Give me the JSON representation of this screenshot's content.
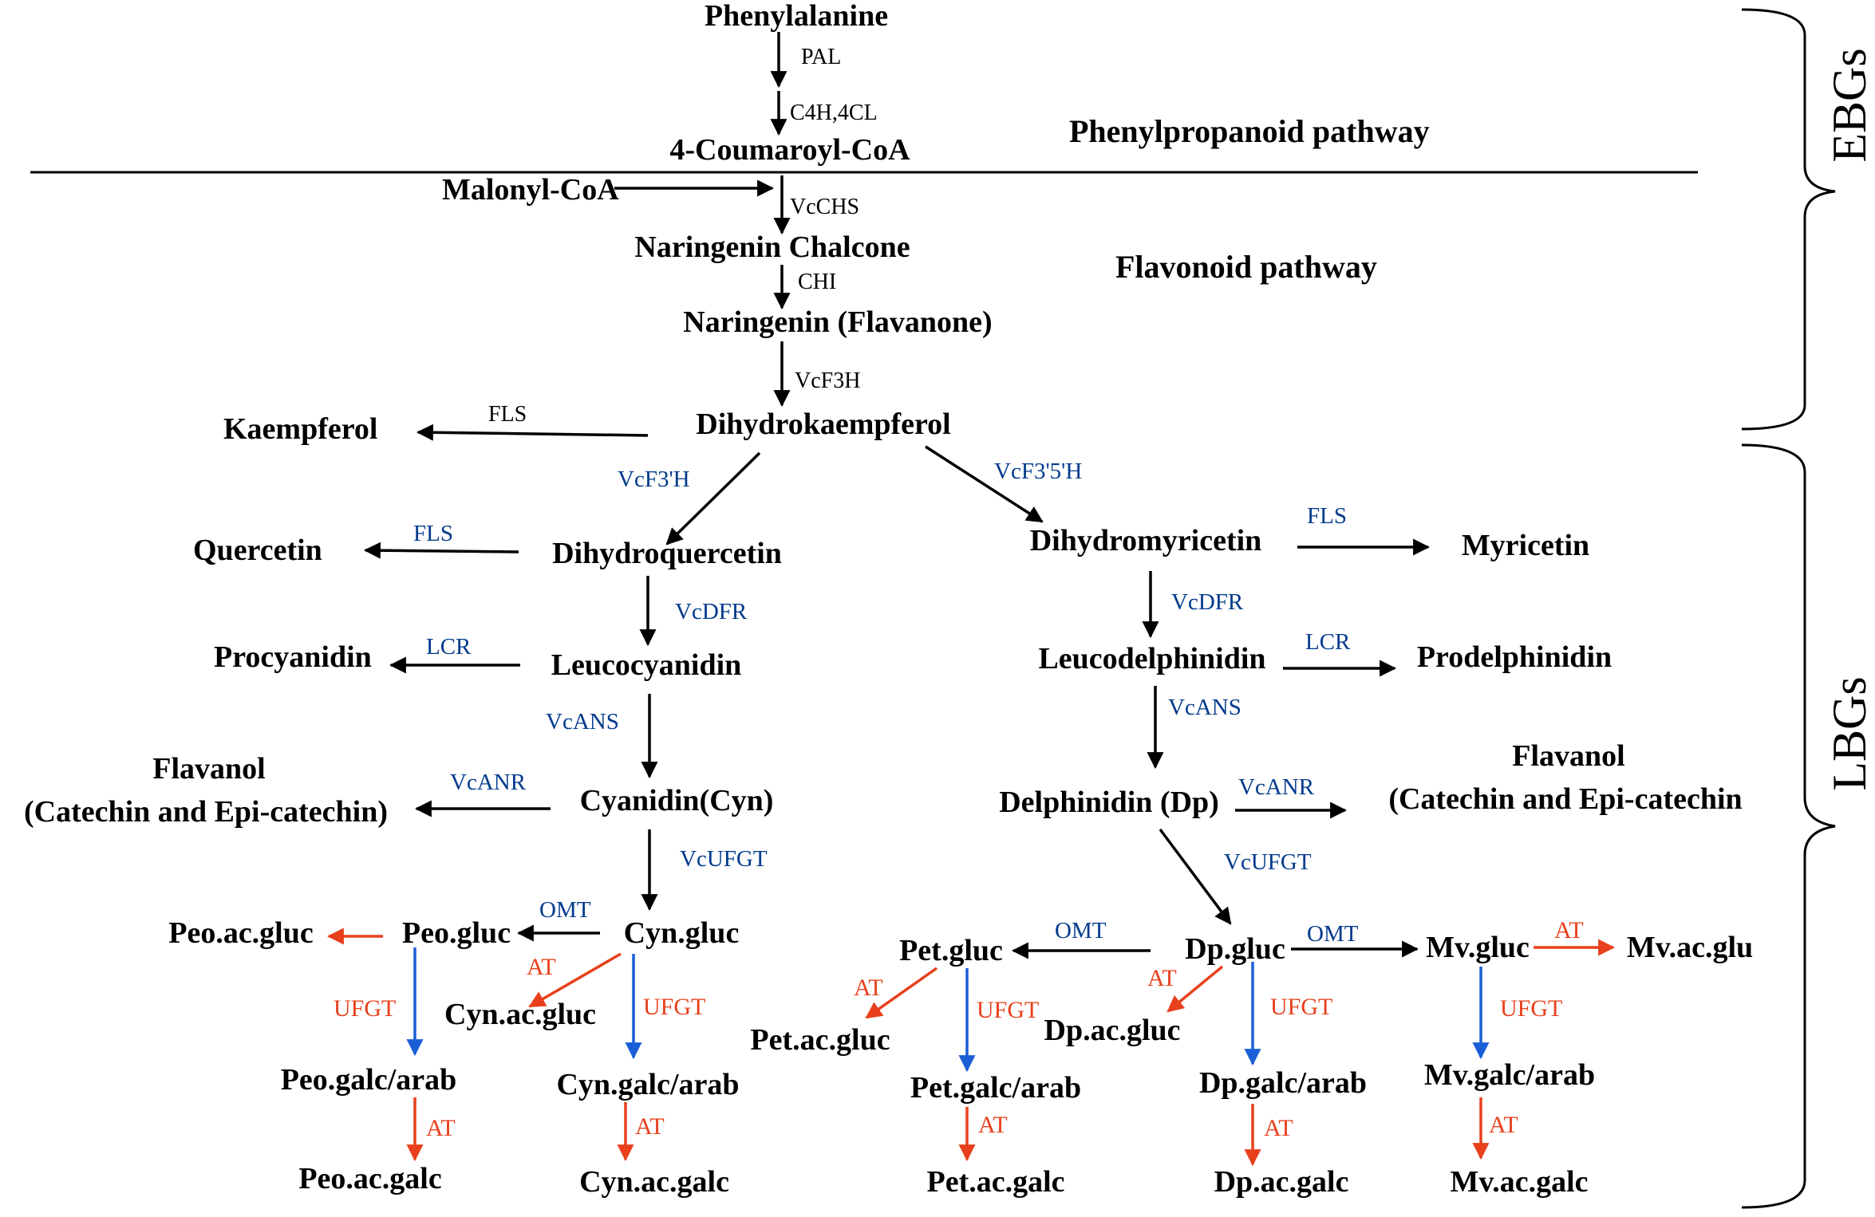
{
  "colors": {
    "black": "#000000",
    "blue_label": "#003a8c",
    "blue_arrow": "#1a5fd6",
    "red": "#e8401c"
  },
  "pathways": {
    "phenylpropanoid": "Phenylpropanoid pathway",
    "flavonoid": "Flavonoid pathway"
  },
  "stages": {
    "early": "EBGs",
    "late": "LBGs"
  },
  "compounds": {
    "phenylalanine": "Phenylalanine",
    "coumaroyl_coa": "4-Coumaroyl-CoA",
    "malonyl_coa": "Malonyl-CoA",
    "naringenin_chalcone": "Naringenin Chalcone",
    "naringenin": "Naringenin (Flavanone)",
    "dihydrokaempferol": "Dihydrokaempferol",
    "kaempferol": "Kaempferol",
    "dihydroquercetin": "Dihydroquercetin",
    "quercetin": "Quercetin",
    "leucocyanidin": "Leucocyanidin",
    "procyanidin": "Procyanidin",
    "cyanidin": "Cyanidin(Cyn)",
    "flavanol_left_1": "Flavanol",
    "flavanol_left_2": "(Catechin and Epi-catechin)",
    "dihydromyricetin": "Dihydromyricetin",
    "myricetin": "Myricetin",
    "leucodelphinidin": "Leucodelphinidin",
    "prodelphinidin": "Prodelphinidin",
    "delphinidin": "Delphinidin (Dp)",
    "flavanol_right_1": "Flavanol",
    "flavanol_right_2": "(Catechin and Epi-catechin",
    "peo_ac_gluc": "Peo.ac.gluc",
    "peo_gluc": "Peo.gluc",
    "cyn_gluc": "Cyn.gluc",
    "cyn_ac_gluc": "Cyn.ac.gluc",
    "peo_galc_arab": "Peo.galc/arab",
    "cyn_galc_arab": "Cyn.galc/arab",
    "peo_ac_galc": "Peo.ac.galc",
    "cyn_ac_galc": "Cyn.ac.galc",
    "pet_gluc": "Pet.gluc",
    "dp_gluc": "Dp.gluc",
    "mv_gluc": "Mv.gluc",
    "mv_ac_glu": "Mv.ac.glu",
    "pet_ac_gluc": "Pet.ac.gluc",
    "dp_ac_gluc": "Dp.ac.gluc",
    "pet_galc_arab": "Pet.galc/arab",
    "dp_galc_arab": "Dp.galc/arab",
    "mv_galc_arab": "Mv.galc/arab",
    "pet_ac_galc": "Pet.ac.galc",
    "dp_ac_galc": "Dp.ac.galc",
    "mv_ac_galc": "Mv.ac.galc"
  },
  "enzymes": {
    "pal": "PAL",
    "c4h_4cl": "C4H,4CL",
    "vcchs": "VcCHS",
    "chi": "CHI",
    "vcf3h": "VcF3H",
    "fls_kaempferol": "FLS",
    "vcf3h_prime": "VcF3'H",
    "vcf35h": "VcF3'5'H",
    "fls_quercetin": "FLS",
    "fls_myricetin": "FLS",
    "vcdfr_left": "VcDFR",
    "vcdfr_right": "VcDFR",
    "lcr_left": "LCR",
    "lcr_right": "LCR",
    "vcans_left": "VcANS",
    "vcans_right": "VcANS",
    "vcanr_left": "VcANR",
    "vcanr_right": "VcANR",
    "vcufgt_left": "VcUFGT",
    "vcufgt_right": "VcUFGT",
    "omt_left": "OMT",
    "omt_pet": "OMT",
    "omt_mv": "OMT",
    "at_cyn_gluc": "AT",
    "at_pet_gluc": "AT",
    "at_dp_gluc": "AT",
    "at_mv_gluc": "AT",
    "ufgt_peo": "UFGT",
    "ufgt_cyn": "UFGT",
    "ufgt_pet": "UFGT",
    "ufgt_dp": "UFGT",
    "ufgt_mv": "UFGT",
    "at_peo_galc": "AT",
    "at_cyn_galc": "AT",
    "at_pet_galc": "AT",
    "at_dp_galc": "AT",
    "at_mv_galc": "AT"
  }
}
